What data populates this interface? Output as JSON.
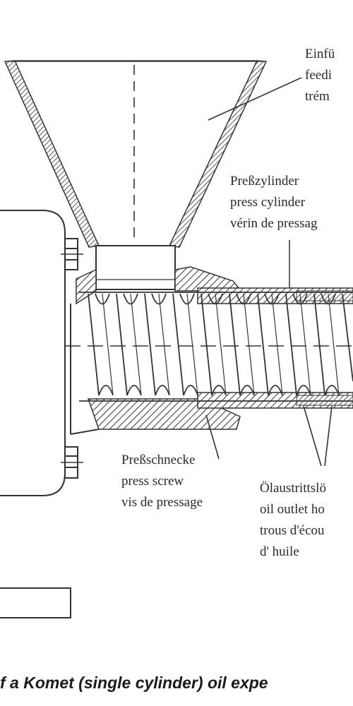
{
  "labels": {
    "hopper": [
      "Einfü",
      "feedi",
      "trém"
    ],
    "cylinder": [
      "Preßzylinder",
      "press cylinder",
      "vérin de pressag"
    ],
    "screw": [
      "Preßschnecke",
      "press screw",
      "vis de pressage"
    ],
    "outlet": [
      "Ölaustrittslö",
      "oil outlet ho",
      "trous d'écou",
      "d' huile"
    ]
  },
  "caption": "f a Komet (single cylinder) oil expe"
}
